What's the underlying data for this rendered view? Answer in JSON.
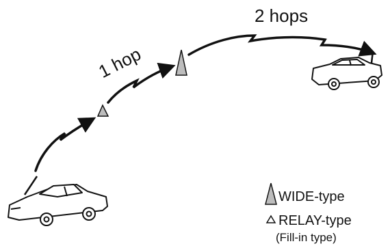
{
  "labels": {
    "one_hop": "1 hop",
    "two_hops": "2 hops"
  },
  "legend": {
    "wide": "WIDE-type",
    "relay": "RELAY-type",
    "relay_note": "(Fill-in type)"
  },
  "icons": {
    "start_vehicle": "car-icon",
    "end_vehicle": "car-icon",
    "relay_station": "small-triangle-icon",
    "wide_station": "tall-triangle-icon"
  },
  "colors": {
    "ink": "#111111",
    "station_fill": "#bdbdbd",
    "car_fill": "#ffffff"
  }
}
